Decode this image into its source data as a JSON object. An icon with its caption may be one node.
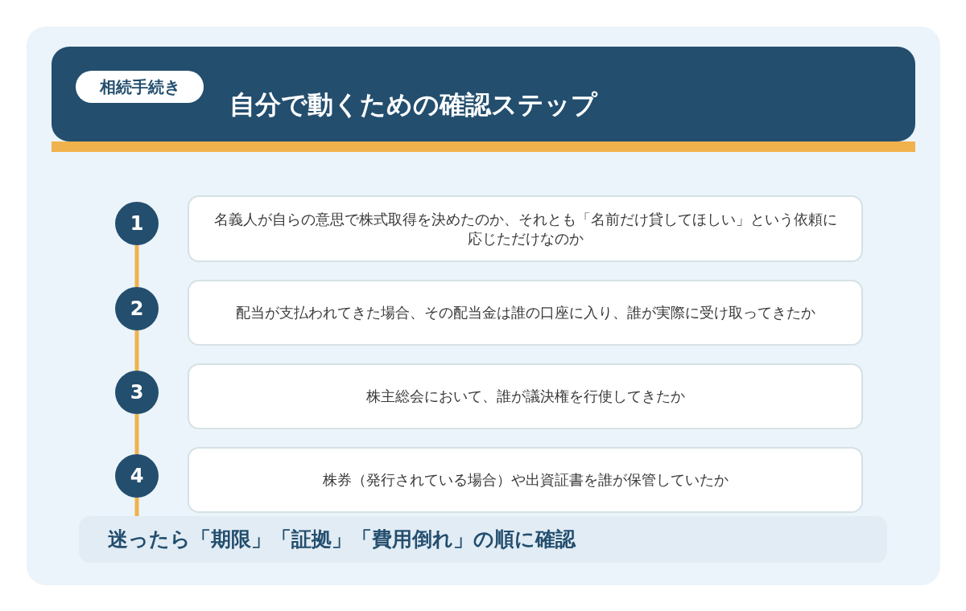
{
  "diagram": {
    "title": "自分で動くための確認ステップ",
    "nodes": [
      {
        "text": [
          "相続手続き"
        ]
      },
      {
        "text": [
          "1"
        ]
      },
      {
        "text": [
          "名義人が自らの意思で株式取得を決めたのか、それとも「名前だけ貸してほしい」という依頼に応じただけなのか"
        ]
      },
      {
        "text": [
          "2"
        ]
      },
      {
        "text": [
          "配当が支払われてきた場合、その配当金は誰の口座に入り、誰が実際に受け取ってきたか"
        ]
      },
      {
        "text": [
          "3"
        ]
      },
      {
        "text": [
          "株主総会において、誰が議決権を行使してきたか"
        ]
      },
      {
        "text": [
          "4"
        ]
      },
      {
        "text": [
          "株券（発行されている場合）や出資証書を誰が保管していたか"
        ]
      },
      {
        "text": [
          "迷ったら「期限」「証拠」「費用倒れ」の順に確認"
        ]
      }
    ],
    "edges": [
      {
        "from": 1,
        "to": 3,
        "arrow": "none"
      },
      {
        "from": 3,
        "to": 5,
        "arrow": "none"
      },
      {
        "from": 5,
        "to": 7,
        "arrow": "none"
      },
      {
        "from": 7,
        "to": 9,
        "arrow": "none"
      }
    ]
  }
}
